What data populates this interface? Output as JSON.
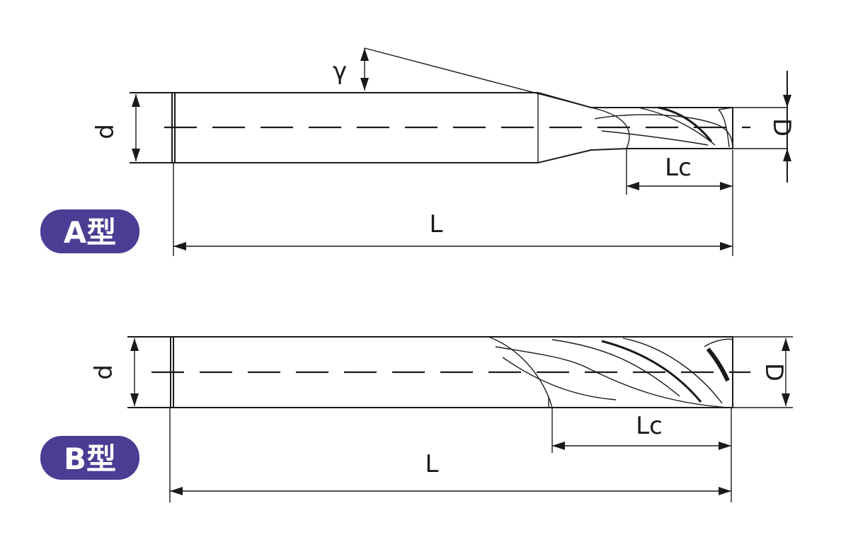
{
  "type_a": {
    "badge": "A型",
    "labels": {
      "d": "d",
      "D": "D",
      "gamma": "γ",
      "Lc": "Lc",
      "L": "L"
    }
  },
  "type_b": {
    "badge": "B型",
    "labels": {
      "d": "d",
      "D": "D",
      "Lc": "Lc",
      "L": "L"
    }
  },
  "colors": {
    "badge_fill": "#4a3d93",
    "line": "#1a1a1a"
  }
}
